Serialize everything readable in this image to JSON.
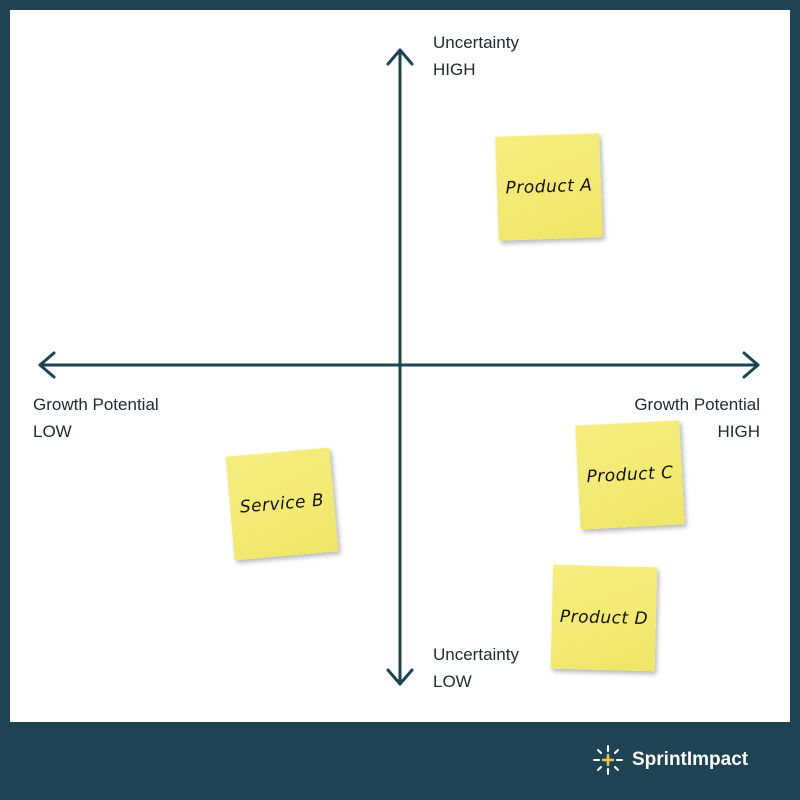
{
  "axes": {
    "y_top": {
      "line1": "Uncertainty",
      "line2": "HIGH"
    },
    "y_bottom": {
      "line1": "Uncertainty",
      "line2": "LOW"
    },
    "x_left": {
      "line1": "Growth Potential",
      "line2": "LOW"
    },
    "x_right": {
      "line1": "Growth Potential",
      "line2": "HIGH"
    }
  },
  "notes": [
    {
      "label": "Product A"
    },
    {
      "label": "Service B"
    },
    {
      "label": "Product C"
    },
    {
      "label": "Product D"
    }
  ],
  "brand": {
    "name": "SprintImpact",
    "icon": "sparkle-icon"
  },
  "colors": {
    "frame": "#1e4353",
    "axis": "#1e4353",
    "note": "#f4eb76",
    "spark": "#f2c94c"
  }
}
